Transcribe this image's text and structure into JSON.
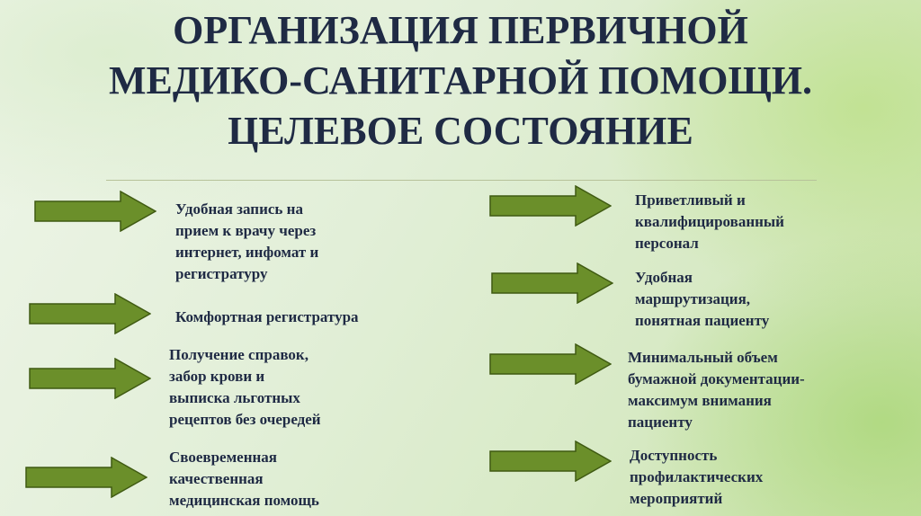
{
  "slide": {
    "title_lines": [
      "ОРГАНИЗАЦИЯ ПЕРВИЧНОЙ",
      "МЕДИКО-САНИТАРНОЙ ПОМОЩИ.",
      "ЦЕЛЕВОЕ СОСТОЯНИЕ"
    ],
    "left_items": [
      "Удобная запись на\nприем к врачу через\nинтернет, инфомат и\nрегистратуру",
      "Комфортная регистратура",
      "Получение справок,\nзабор крови и\nвыписка льготных\nрецептов без очередей",
      "Своевременная\nкачественная\nмедицинская помощь"
    ],
    "right_items": [
      "Приветливый и\nквалифицированный\nперсонал",
      "Удобная\nмаршрутизация,\nпонятная пациенту",
      "Минимальный объем\nбумажной документации-\nмаксимум внимания\nпациенту",
      "Доступность\nпрофилактических\nмероприятий"
    ],
    "colors": {
      "arrow_fill": "#6b8f2a",
      "arrow_stroke": "#3f5a12",
      "text": "#1f2a44"
    }
  }
}
